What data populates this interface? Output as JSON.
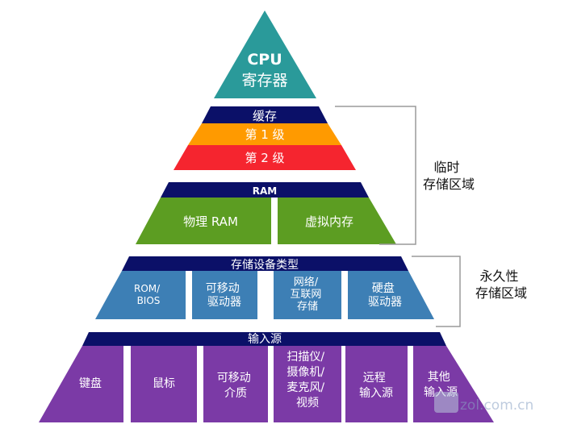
{
  "pyramid": {
    "cpu": {
      "line1": "CPU",
      "line2": "寄存器"
    },
    "cache": {
      "header": "缓存",
      "level1": "第 1 级",
      "level2": "第 2 级"
    },
    "ram": {
      "header": "RAM",
      "physical": "物理 RAM",
      "virtual": "虚拟内存"
    },
    "storage": {
      "header": "存储设备类型",
      "items": [
        {
          "lines": [
            "ROM/",
            "BIOS"
          ]
        },
        {
          "lines": [
            "可移动",
            "驱动器"
          ]
        },
        {
          "lines": [
            "网络/",
            "互联网",
            "存储"
          ]
        },
        {
          "lines": [
            "硬盘",
            "驱动器"
          ]
        }
      ]
    },
    "input": {
      "header": "输入源",
      "items": [
        {
          "lines": [
            "键盘"
          ]
        },
        {
          "lines": [
            "鼠标"
          ]
        },
        {
          "lines": [
            "可移动",
            "介质"
          ]
        },
        {
          "lines": [
            "扫描仪/",
            "摄像机/",
            "麦克风/",
            "视频"
          ]
        },
        {
          "lines": [
            "远程",
            "输入源"
          ]
        },
        {
          "lines": [
            "其他",
            "输入源"
          ]
        }
      ]
    }
  },
  "side_labels": {
    "temporary": {
      "lines": [
        "临时",
        "存储区域"
      ]
    },
    "permanent": {
      "lines": [
        "永久性",
        "存储区域"
      ]
    }
  },
  "watermark": {
    "text": "zol.com.cn"
  },
  "colors": {
    "cpu": "#2a9a9a",
    "navy": "#0b1068",
    "cache_level1": "#ff9a00",
    "cache_level2": "#f5252f",
    "ram_green": "#5c9d22",
    "storage_blue": "#3d7fb5",
    "input_purple": "#7b3aa6"
  }
}
